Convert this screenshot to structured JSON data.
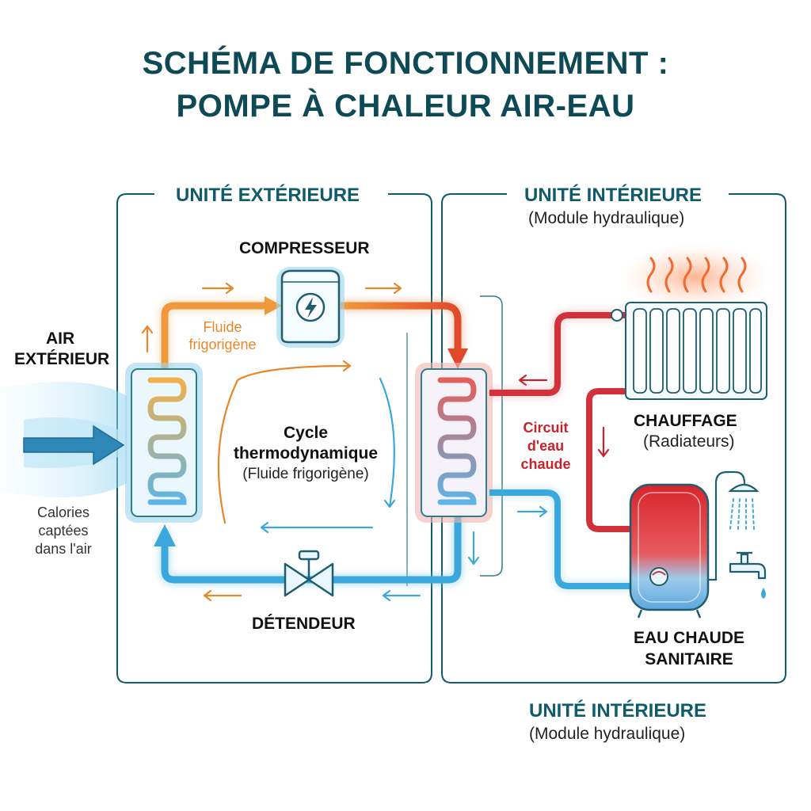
{
  "title": {
    "line1": "SCHÉMA DE FONCTIONNEMENT :",
    "line2": "POMPE À CHALEUR AIR-EAU"
  },
  "outdoor_unit": {
    "label": "UNITÉ EXTÉRIEURE"
  },
  "indoor_unit_top": {
    "label": "UNITÉ INTÉRIEURE",
    "sublabel": "(Module hydraulique)"
  },
  "indoor_unit_bottom": {
    "label": "UNITÉ INTÉRIEURE",
    "sublabel": "(Module hydraulique)"
  },
  "air": {
    "label_line1": "AIR",
    "label_line2": "EXTÉRIEUR",
    "note_line1": "Calories",
    "note_line2": "captées",
    "note_line3": "dans l'air"
  },
  "compressor": {
    "label": "COMPRESSEUR"
  },
  "fluid_label": {
    "line1": "Fluide",
    "line2": "frigorigène"
  },
  "cycle": {
    "line1": "Cycle",
    "line2": "thermodynamique",
    "line3": "(Fluide frigorigène)"
  },
  "expansion_valve": {
    "label": "DÉTENDEUR"
  },
  "hot_water_circuit": {
    "line1": "Circuit",
    "line2": "d'eau",
    "line3": "chaude"
  },
  "heating": {
    "label": "CHAUFFAGE",
    "sublabel": "(Radiateurs)"
  },
  "dhw": {
    "line1": "EAU CHAUDE",
    "line2": "SANITAIRE"
  },
  "colors": {
    "title": "#0d4a55",
    "hot": "#e8872a",
    "cold": "#3aa8dd",
    "water_hot": "#d0313a",
    "frame": "#0f5b6b"
  },
  "icons": [
    "lightning-icon",
    "flame-icon",
    "shower-icon",
    "faucet-icon",
    "water-drop-icon",
    "valve-icon"
  ]
}
